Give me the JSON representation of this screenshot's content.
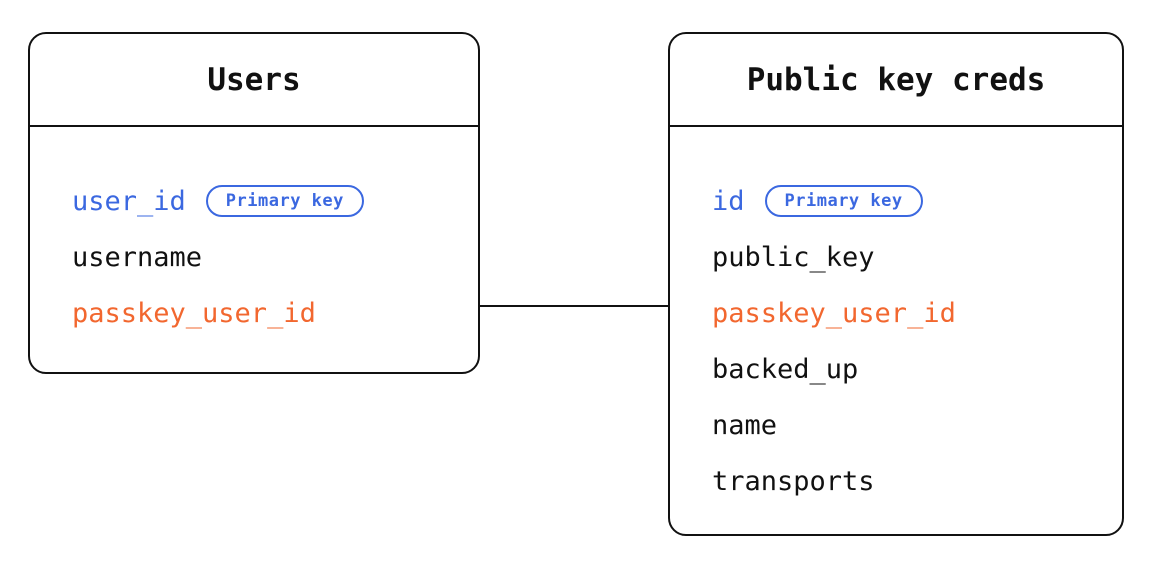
{
  "diagram": {
    "type": "entity-relationship",
    "background_color": "#ffffff",
    "colors": {
      "stroke": "#111111",
      "primary_key": "#3b68e0",
      "foreign_key": "#f2672f",
      "text": "#111111"
    },
    "entities": [
      {
        "id": "users",
        "title": "Users",
        "fields": [
          {
            "name": "user_id",
            "role": "primary_key",
            "badge": "Primary key"
          },
          {
            "name": "username",
            "role": "plain",
            "badge": null
          },
          {
            "name": "passkey_user_id",
            "role": "foreign_key",
            "badge": null
          }
        ]
      },
      {
        "id": "public_key_creds",
        "title": "Public key creds",
        "fields": [
          {
            "name": "id",
            "role": "primary_key",
            "badge": "Primary key"
          },
          {
            "name": "public_key",
            "role": "plain",
            "badge": null
          },
          {
            "name": "passkey_user_id",
            "role": "foreign_key",
            "badge": null
          },
          {
            "name": "backed_up",
            "role": "plain",
            "badge": null
          },
          {
            "name": "name",
            "role": "plain",
            "badge": null
          },
          {
            "name": "transports",
            "role": "plain",
            "badge": null
          }
        ]
      }
    ],
    "relationships": [
      {
        "from_entity": "users",
        "from_field": "passkey_user_id",
        "to_entity": "public_key_creds",
        "to_field": "passkey_user_id",
        "style": "solid-line"
      }
    ]
  }
}
